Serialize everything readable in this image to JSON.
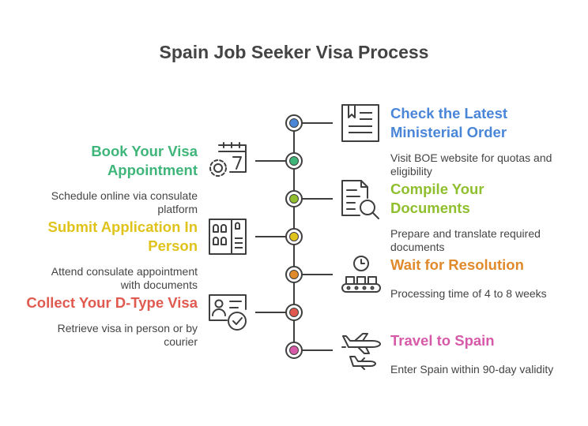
{
  "title": "Spain Job Seeker Visa Process",
  "steps": [
    {
      "heading": "Check the Latest Ministerial Order",
      "heading_lines": [
        "Check the Latest",
        "Ministerial Order"
      ],
      "description": "Visit BOE website for quotas and eligibility",
      "description_lines": [
        "Visit BOE website for quotas and",
        "eligibility"
      ],
      "color": "#4a86d8",
      "icon": "document-icon"
    },
    {
      "heading": "Book Your Visa Appointment",
      "heading_lines": [
        "Book Your Visa",
        "Appointment"
      ],
      "description": "Schedule online via consulate platform",
      "description_lines": [
        "Schedule online via consulate",
        "platform"
      ],
      "color": "#3fb57a",
      "icon": "calendar-gear-icon"
    },
    {
      "heading": "Compile Your Documents",
      "heading_lines": [
        "Compile Your",
        "Documents"
      ],
      "description": "Prepare and translate required documents",
      "description_lines": [
        "Prepare and translate required",
        "documents"
      ],
      "color": "#8fbf2e",
      "icon": "document-search-icon"
    },
    {
      "heading": "Submit Application In Person",
      "heading_lines": [
        "Submit Application In",
        "Person"
      ],
      "description": "Attend consulate appointment with documents",
      "description_lines": [
        "Attend consulate appointment",
        "with documents"
      ],
      "color": "#e0c31a",
      "icon": "office-building-icon"
    },
    {
      "heading": "Wait for Resolution",
      "heading_lines": [
        "Wait for Resolution"
      ],
      "description": "Processing time of 4 to 8 weeks",
      "description_lines": [
        "Processing time of 4 to 8 weeks"
      ],
      "color": "#e08a2c",
      "icon": "clock-conveyor-icon"
    },
    {
      "heading": "Collect Your D-Type Visa",
      "heading_lines": [
        "Collect Your D-Type Visa"
      ],
      "description": "Retrieve visa in person or by courier",
      "description_lines": [
        "Retrieve visa in person or by",
        "courier"
      ],
      "color": "#e05a4f",
      "icon": "id-card-check-icon"
    },
    {
      "heading": "Travel to Spain",
      "heading_lines": [
        "Travel to Spain"
      ],
      "description": "Enter Spain within 90-day validity",
      "description_lines": [
        "Enter Spain within 90-day validity"
      ],
      "color": "#d65aa8",
      "icon": "airplane-icon"
    }
  ]
}
